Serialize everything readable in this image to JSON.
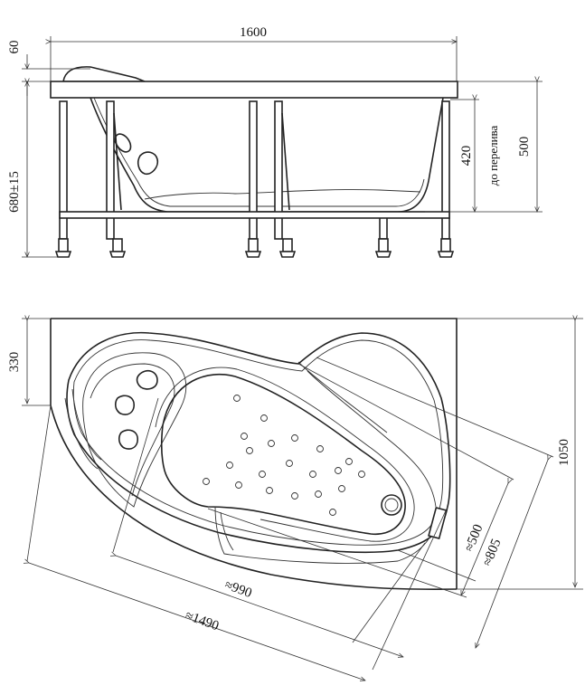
{
  "side_view": {
    "width_label": "1600",
    "rim_label": "60",
    "height_label": "680±15",
    "overflow_height_label": "420",
    "overflow_note": "до перелива",
    "depth_label": "500"
  },
  "top_view": {
    "inset_label": "330",
    "total_depth_label": "1050",
    "inner_depth_label": "≈500",
    "outer_depth_label": "≈805",
    "inner_length_label": "≈990",
    "outer_length_label": "≈1490"
  }
}
